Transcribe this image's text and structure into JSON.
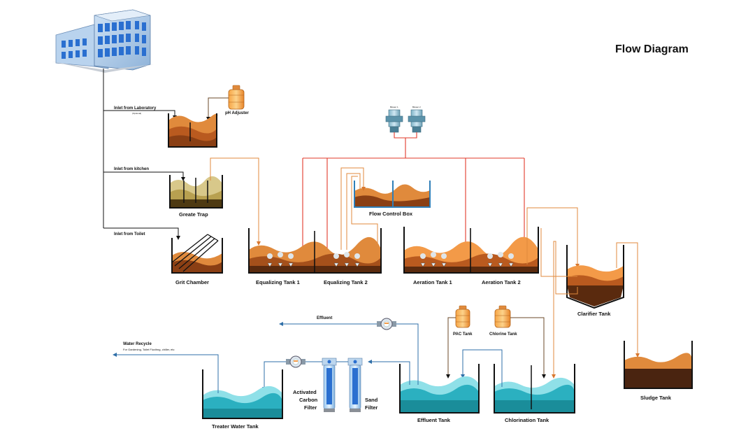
{
  "title": "Flow Diagram",
  "inlets": {
    "laboratory": "Inlet from Laboratory",
    "laboratory_note": "(Optional)",
    "kitchen": "Inlet from kitchen",
    "toilet": "Inlet from Toilet"
  },
  "units": {
    "ph_adjuster": "pH Adjuster",
    "greate_trap": "Greate Trap",
    "grit_chamber": "Grit Chamber",
    "equalizing_tank_1": "Equalizing Tank 1",
    "equalizing_tank_2": "Equalizing Tank 2",
    "aeration_tank_1": "Aeration Tank 1",
    "aeration_tank_2": "Aeration Tank 2",
    "flow_control_box": "Flow Control Box",
    "clarifier_tank": "Clarifier Tank",
    "sludge_tank": "Sludge Tank",
    "pac_tank": "PAC Tank",
    "chlorine_tank": "Chlorine Tank",
    "effluent_tank": "Effluent Tank",
    "chlorination_tank": "Chlorination Tank",
    "treater_water_tank": "Treater Water Tank",
    "activated_carbon_filter_1": "Activated",
    "activated_carbon_filter_2": "Carbon",
    "activated_carbon_filter_3": "Filter",
    "sand_filter_1": "Sand",
    "sand_filter_2": "Filter",
    "blower_1": "Blower 1",
    "blower_2": "Blower 2"
  },
  "outputs": {
    "effluent": "Effluent",
    "water_recycle": "Water Recycle",
    "water_recycle_note": "For Gardening, Toilet Fluxihng, chiller, etc"
  },
  "colors": {
    "air_line": "#e23a2a",
    "sludge_line": "#e08a3c",
    "water_line": "#2f7fb8",
    "chemical_line": "#6b4a2a",
    "wastewater_dark": "#6b3a1a",
    "wastewater_light": "#f0a860",
    "clean_water": "#2bb0c0"
  }
}
